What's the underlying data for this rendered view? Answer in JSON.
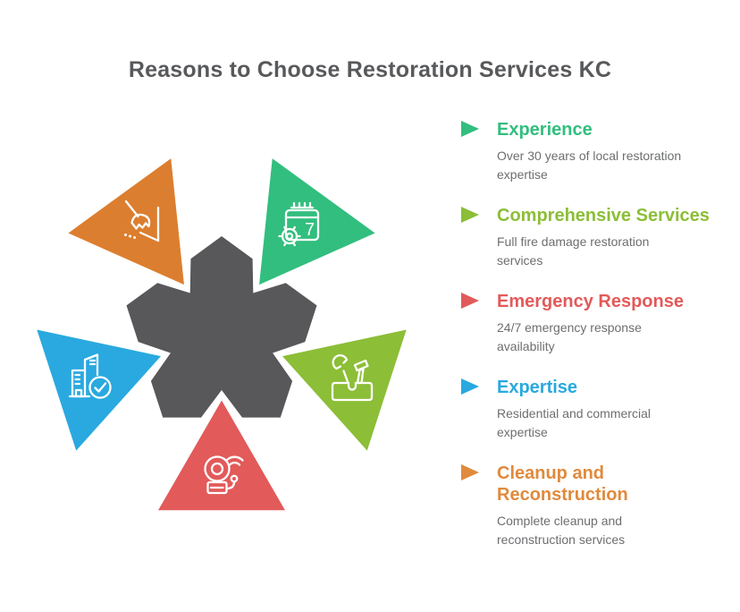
{
  "title": "Reasons to Choose Restoration Services KC",
  "colors": {
    "background": "#FFFFFF",
    "title_text": "#58595B",
    "description_text": "#6D6E70"
  },
  "diagram": {
    "center_shape_color": "#58585A",
    "calendar_number": "7",
    "segments": [
      {
        "name": "cleanup",
        "position": "top-left",
        "icon": "broom-icon",
        "color": "#DC7E2F"
      },
      {
        "name": "experience",
        "position": "top-right",
        "icon": "calendar-gear-icon",
        "color": "#32BE7E"
      },
      {
        "name": "services",
        "position": "right",
        "icon": "toolbox-icon",
        "color": "#8CBE37"
      },
      {
        "name": "emergency",
        "position": "bottom",
        "icon": "alarm-bell-icon",
        "color": "#E25A5A"
      },
      {
        "name": "expertise",
        "position": "left",
        "icon": "building-check-icon",
        "color": "#29A9DF"
      }
    ]
  },
  "legend": {
    "items": [
      {
        "title_line1": "Experience",
        "color": "#32BE7E",
        "desc_line1": "Over 30 years of local restoration",
        "desc_line2": "expertise"
      },
      {
        "title_line1": "Comprehensive Services",
        "color": "#8CBE37",
        "desc_line1": "Full fire damage restoration",
        "desc_line2": "services"
      },
      {
        "title_line1": "Emergency Response",
        "color": "#E25A5A",
        "desc_line1": "24/7 emergency response",
        "desc_line2": "availability"
      },
      {
        "title_line1": "Expertise",
        "color": "#29A9DF",
        "desc_line1": "Residential and commercial",
        "desc_line2": "expertise"
      },
      {
        "title_line1": "Cleanup and",
        "title_line2": "Reconstruction",
        "color": "#E08A3C",
        "desc_line1": "Complete cleanup and",
        "desc_line2": "reconstruction services"
      }
    ]
  }
}
